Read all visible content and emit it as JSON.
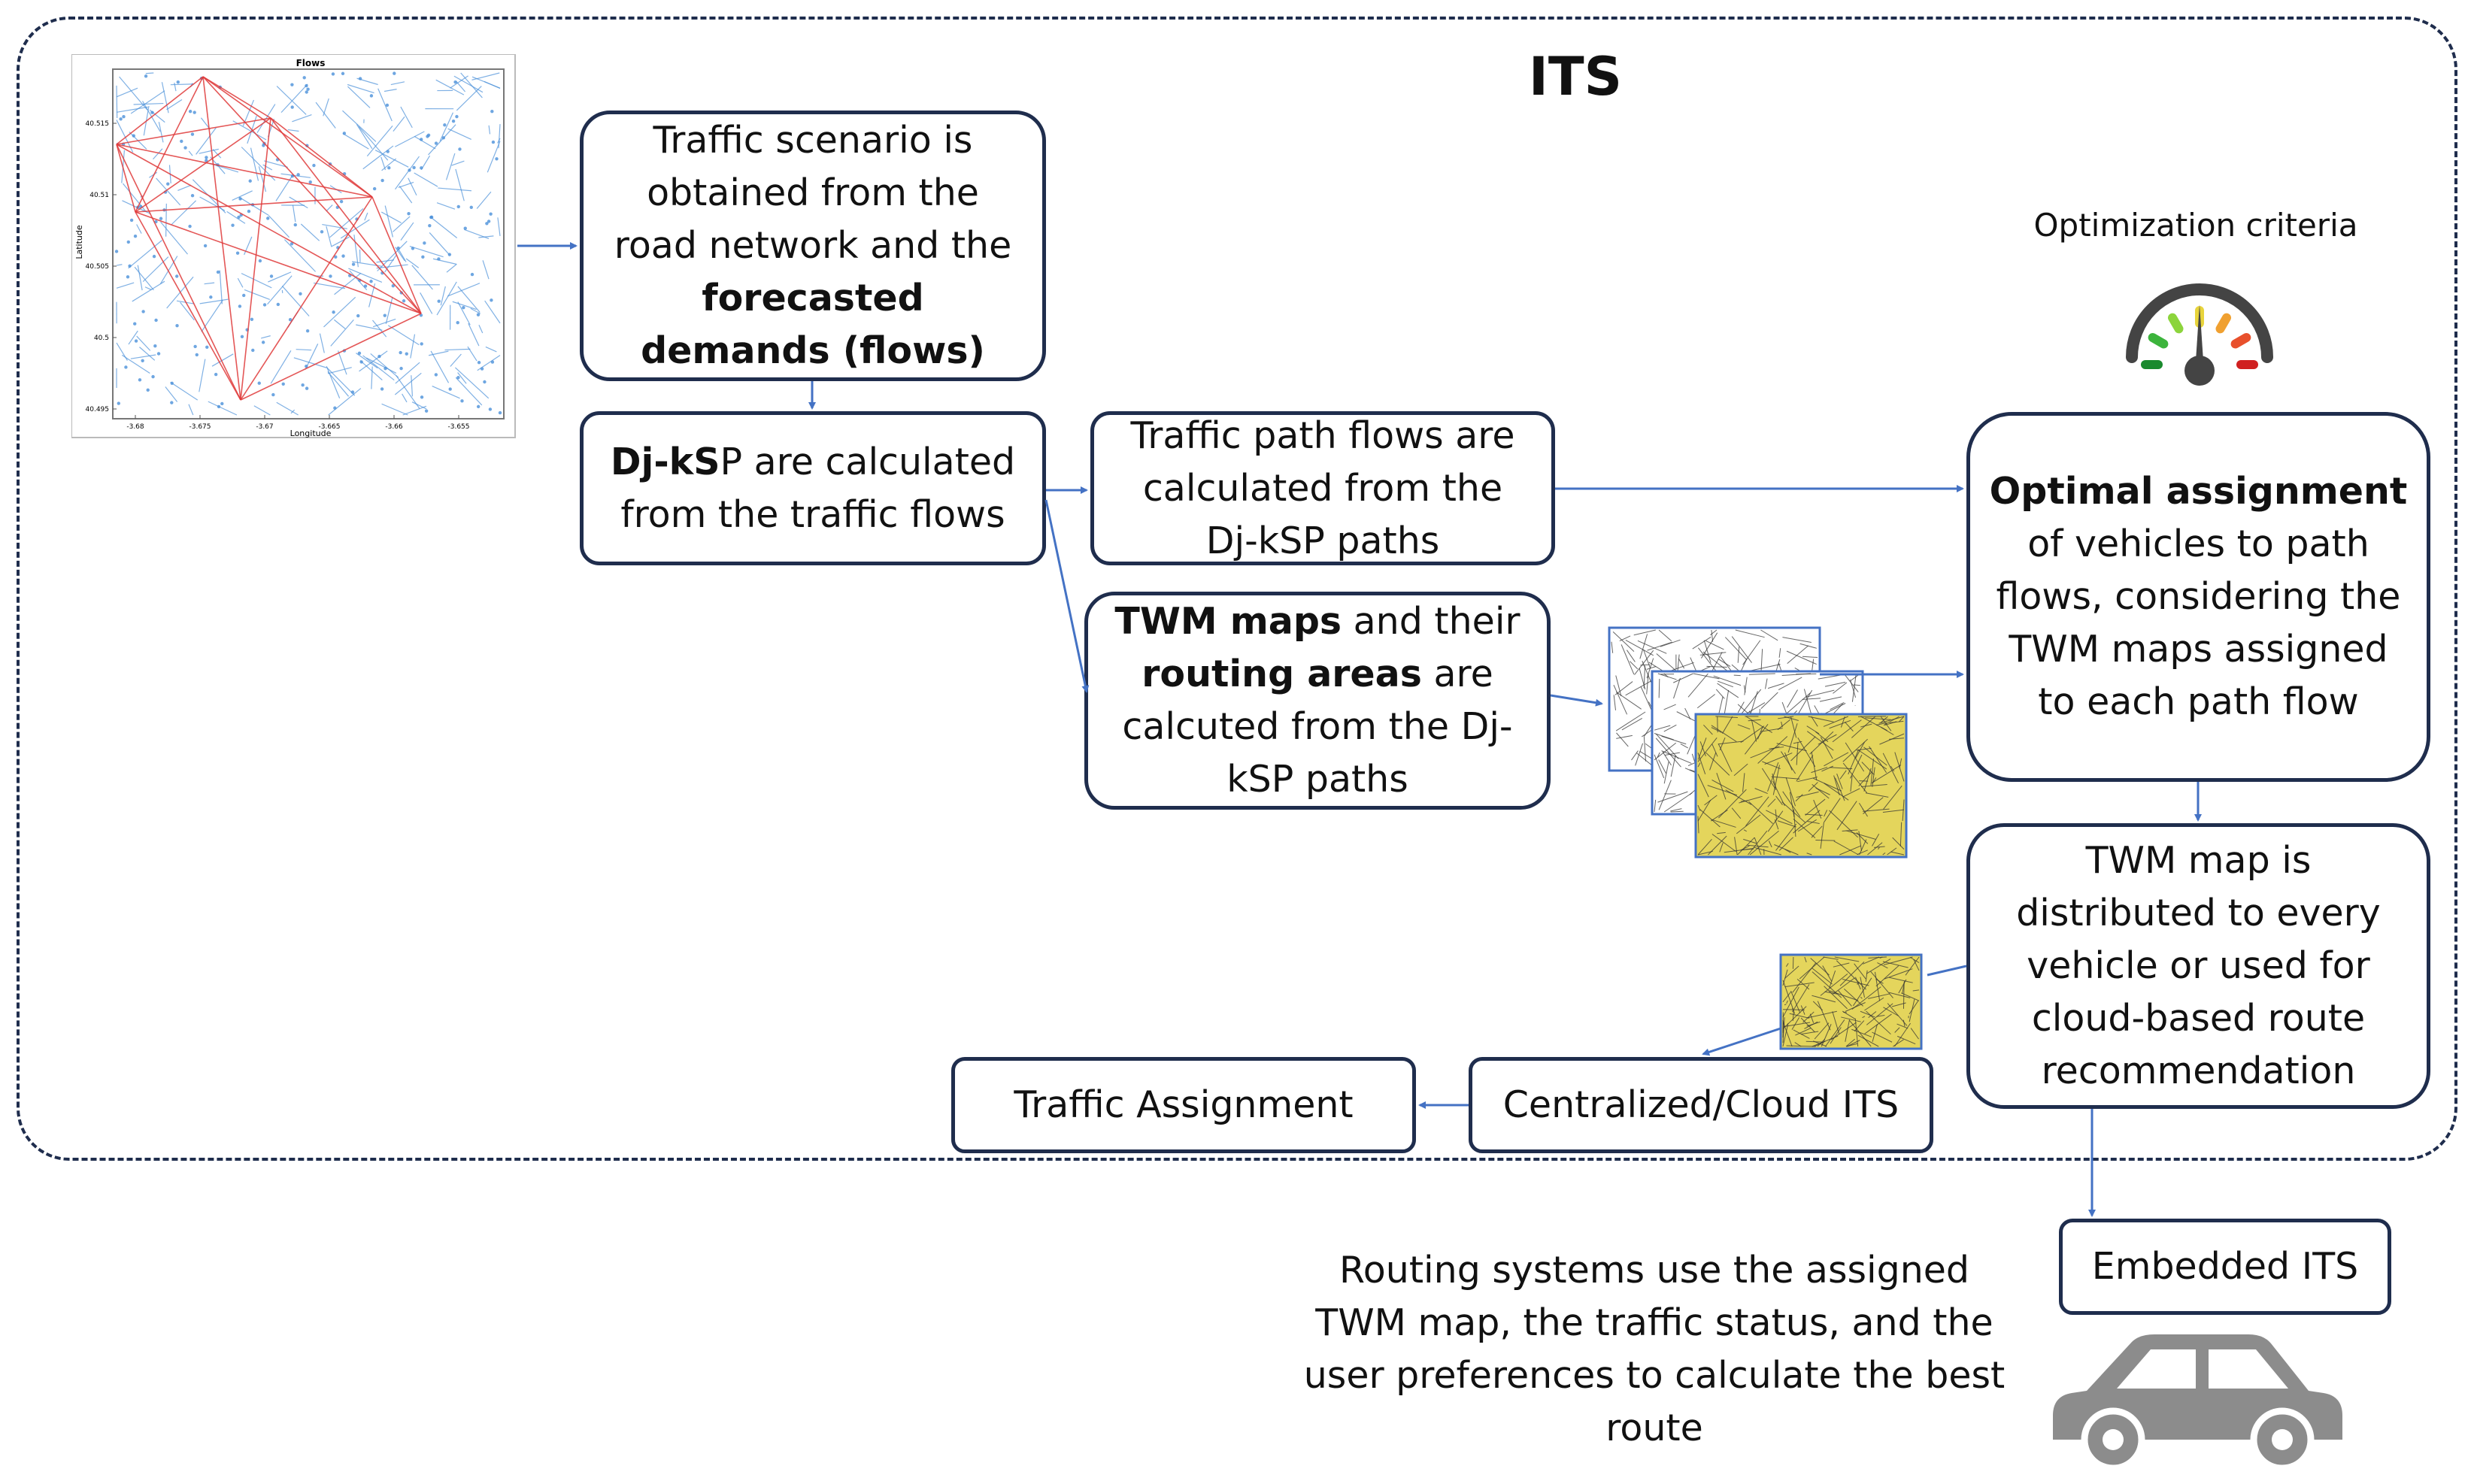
{
  "diagram": {
    "title": "ITS",
    "boxes": {
      "scenario": {
        "pre": "Traffic scenario is obtained from the road network and the ",
        "bold": "forecasted demands (flows)"
      },
      "djksp": {
        "bold1": "Dj-kS",
        "rest": "P are calculated from the traffic flows"
      },
      "path_flows": {
        "text": "Traffic path flows are calculated from the Dj-kSP paths"
      },
      "twm": {
        "bold1": "TWM maps",
        "mid1": " and their ",
        "bold2": "routing areas",
        "mid2": " are calcuted from the Dj-kSP paths"
      },
      "optimal": {
        "bold": "Optimal assignment",
        "rest": " of vehicles to path flows, considering the TWM maps assigned to each path flow"
      },
      "distributed": {
        "text": "TWM map is distributed to every vehicle or used for cloud-based route recommendation"
      },
      "cloud": {
        "text": "Centralized/Cloud ITS"
      },
      "traffic_assignment": {
        "text": "Traffic Assignment"
      },
      "embedded": {
        "text": "Embedded ITS"
      }
    },
    "criteria_label": "Optimization criteria",
    "routing_note": "Routing systems use the assigned TWM map, the traffic status, and the user preferences to calculate the best route",
    "flows_plot": {
      "title": "Flows",
      "xlabel": "Longitude",
      "ylabel": "Latitude",
      "xticks": [
        "-3.68",
        "-3.675",
        "-3.67",
        "-3.665",
        "-3.66",
        "-3.655"
      ],
      "yticks": [
        "40.515",
        "40.51",
        "40.505",
        "40.5",
        "40.495"
      ]
    },
    "colors": {
      "border": "#1f2d4d",
      "arrow": "#4472c4",
      "map_yellow": "#e4d55c",
      "car": "#8c8c8c",
      "flow_red": "#e03a3a",
      "road_blue": "#4a90d9"
    },
    "gauge_colors": [
      "#1a8a2e",
      "#3cb43c",
      "#8cd43c",
      "#e8d43c",
      "#f0a030",
      "#e8502c",
      "#d02020"
    ]
  }
}
